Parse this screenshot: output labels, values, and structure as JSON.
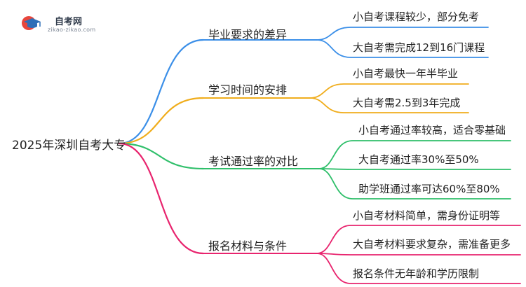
{
  "logo": {
    "title": "自考网",
    "subtitle": "zikao-zikao.com",
    "icon": "graduation-cap-icon"
  },
  "mindmap": {
    "root": "2025年深圳自考大专",
    "branches": [
      {
        "label": "毕业要求的差异",
        "color": "#3b8fe8",
        "children": [
          "小自考课程较少，部分免考",
          "大自考需完成12到16门课程"
        ]
      },
      {
        "label": "学习时间的安排",
        "color": "#f0ad1c",
        "children": [
          "小自考最快一年半毕业",
          "大自考需2.5到3年完成"
        ]
      },
      {
        "label": "考试通过率的对比",
        "color": "#2fbf6a",
        "children": [
          "小自考通过率较高，适合零基础",
          "大自考通过率30%至50%",
          "助学班通过率可达60%至80%"
        ]
      },
      {
        "label": "报名材料与条件",
        "color": "#e8246e",
        "children": [
          "小自考材料简单，需身份证明等",
          "大自考材料要求复杂，需准备更多",
          "报名条件无年龄和学历限制"
        ]
      }
    ]
  }
}
